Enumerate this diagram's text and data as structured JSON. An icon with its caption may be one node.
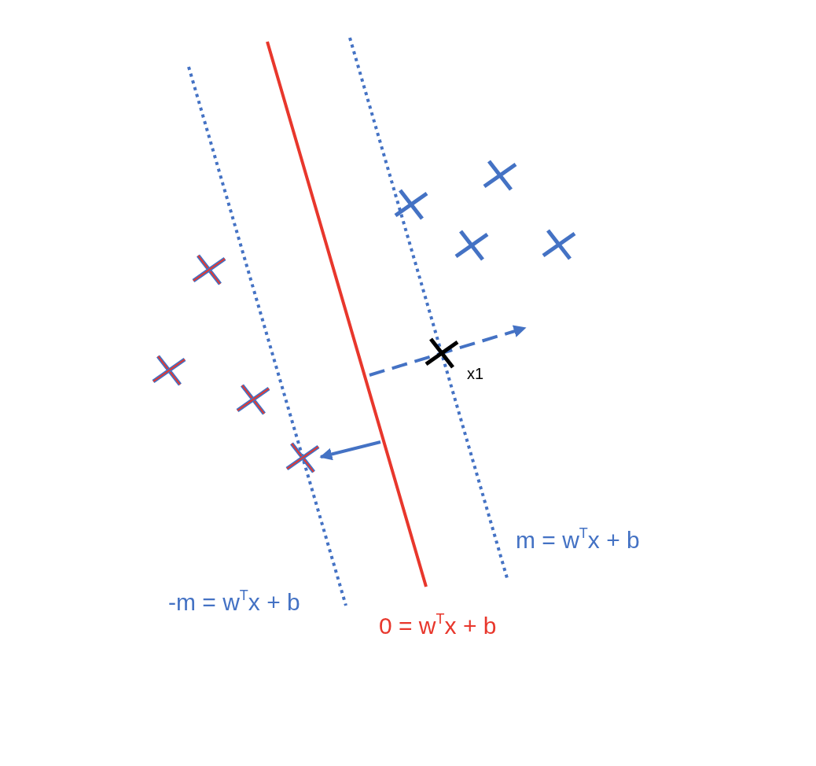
{
  "diagram": {
    "labels": [
      "x1",
      "m = w$^{T}$x + b",
      "-m = w$^{T}$x + b",
      "0 = w$^{T}$x + b"
    ]
  }
}
